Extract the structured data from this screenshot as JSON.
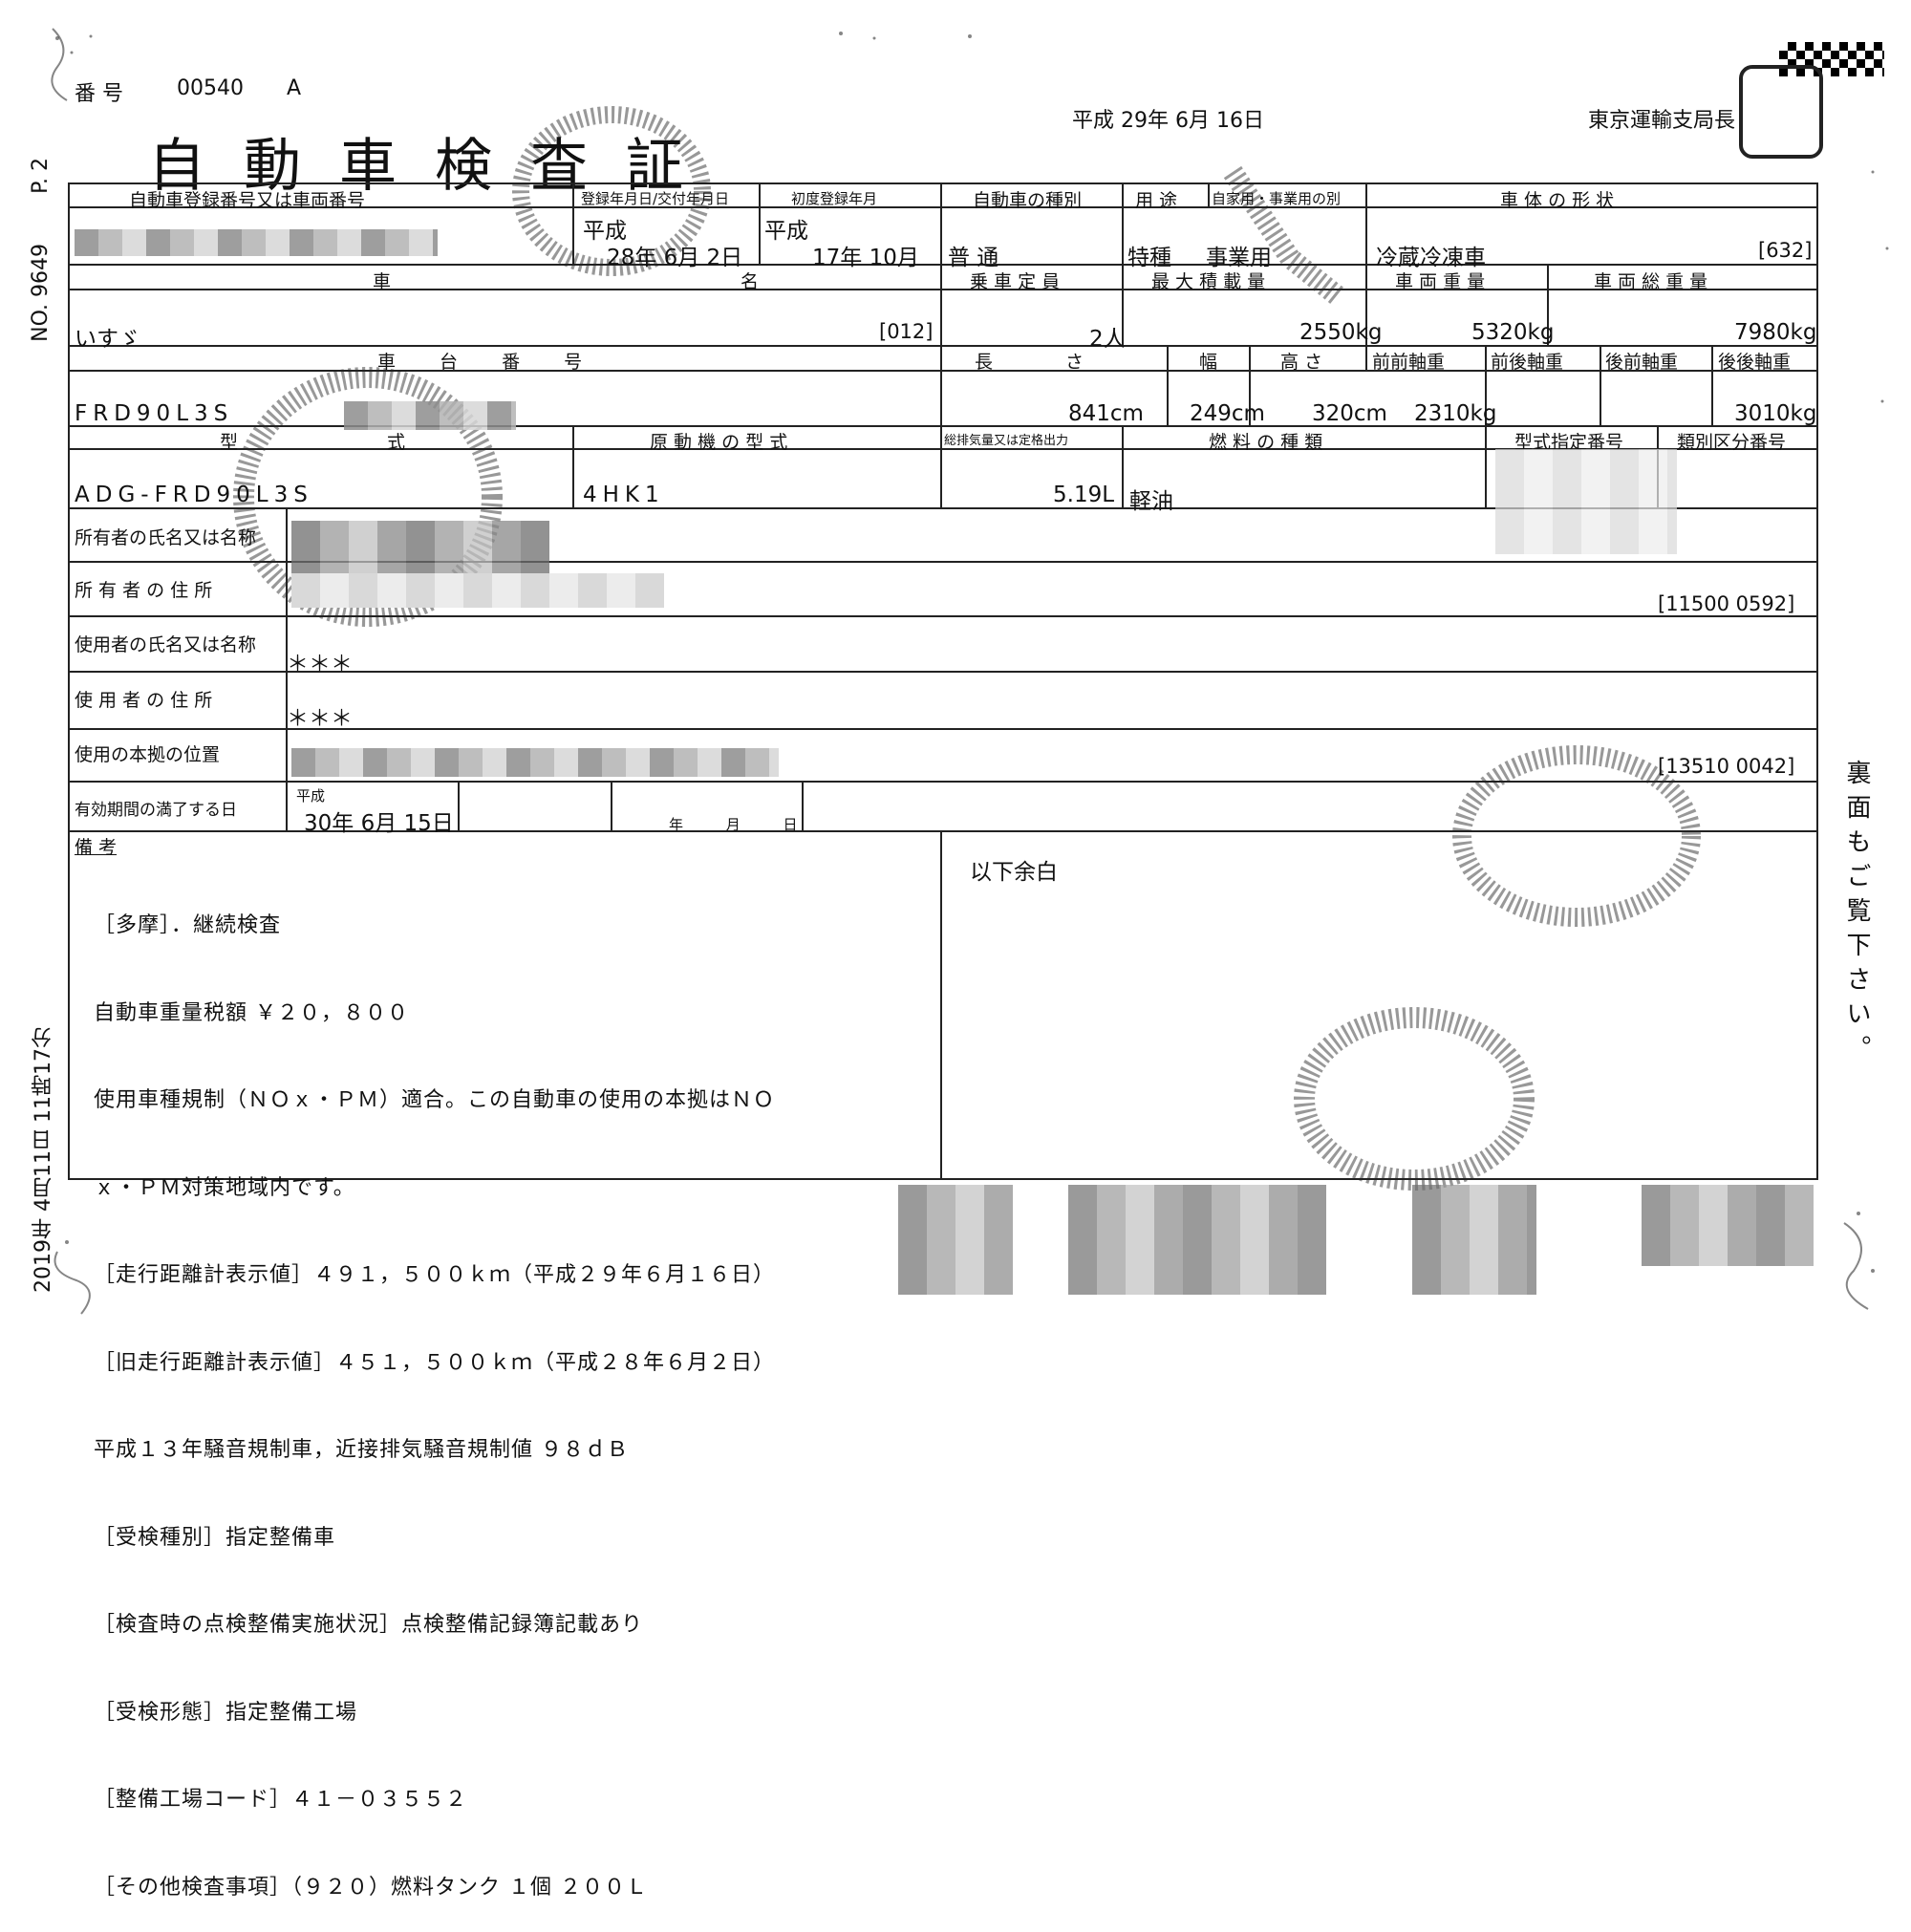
{
  "header": {
    "number_label": "番 号",
    "number_value": "00540",
    "number_suffix": "A",
    "title": "自動車検査証",
    "date": "平成 29年 6月 16日",
    "issuer": "東京運輸支局長"
  },
  "row1": {
    "reg_no_label": "自動車登録番号又は車両番号",
    "reg_date_label": "登録年月日/交付年月日",
    "reg_era": "平成",
    "reg_date": "28年 6月 2日",
    "first_reg_label": "初度登録年月",
    "first_era": "平成",
    "first_date": "17年 10月",
    "kind_label": "自動車の種別",
    "kind_value": "普 通",
    "use_label": "用 途",
    "use_value": "特種",
    "private_label": "自家用・事業用の別",
    "private_value": "事業用",
    "body_label": "車 体 の 形 状",
    "body_value": "冷蔵冷凍車",
    "body_code": "[632]"
  },
  "row2": {
    "name_label": "車 名",
    "name_value": "いすゞ",
    "name_code": "[012]",
    "capacity_label": "乗 車 定 員",
    "capacity_value": "2人",
    "max_load_label": "最 大 積 載 量",
    "max_load_value": "2550kg",
    "weight_label": "車 両 重 量",
    "weight_value": "5320kg",
    "gross_label": "車 両 総 重 量",
    "gross_value": "7980kg"
  },
  "row3": {
    "chassis_label": "車 台 番 号",
    "chassis_value": "FRD90L3S",
    "length_label": "長 さ",
    "length_value": "841cm",
    "width_label": "幅",
    "width_value": "249cm",
    "height_label": "高 さ",
    "height_value": "320cm",
    "ff_label": "前前軸重",
    "ff_value": "2310kg",
    "fr_label": "前後軸重",
    "rf_label": "後前軸重",
    "rr_label": "後後軸重",
    "rr_value": "3010kg"
  },
  "row4": {
    "model_label": "型 式",
    "model_value": "ADG-FRD90L3S",
    "engine_label": "原 動 機 の 型 式",
    "engine_value": "4HK1",
    "displacement_label": "総排気量又は定格出力",
    "displacement_value": "5.19L",
    "fuel_label": "燃 料 の 種 類",
    "fuel_value": "軽油",
    "type_approval_label": "型式指定番号",
    "category_label": "類別区分番号"
  },
  "owner": {
    "name_label": "所有者の氏名又は名称",
    "address_label": "所 有 者 の 住 所",
    "address_code": "[11500 0592]"
  },
  "user": {
    "name_label": "使用者の氏名又は名称",
    "name_value": "＊＊＊",
    "address_label": "使 用 者 の 住 所",
    "address_value": "＊＊＊",
    "base_label": "使用の本拠の位置",
    "base_code": "[13510 0042]"
  },
  "expiry": {
    "label": "有効期間の満了する日",
    "era": "平成",
    "value": "30年 6月 15日",
    "extra": "年 月 日"
  },
  "remarks": {
    "label": "備 考",
    "lines": [
      "［多摩］．継続検査",
      "自動車重量税額 ￥２０，８００",
      "使用車種規制（ＮＯｘ・ＰＭ）適合。この自動車の使用の本拠はＮＯ",
      "ｘ・ＰＭ対策地域内です。",
      "［走行距離計表示値］４９１，５００ｋｍ（平成２９年６月１６日）",
      "［旧走行距離計表示値］４５１，５００ｋｍ（平成２８年６月２日）",
      "平成１３年騒音規制車，近接排気騒音規制値 ９８ｄＢ",
      "［受検種別］指定整備車",
      "［検査時の点検整備実施状況］点検整備記録簿記載あり",
      "［受検形態］指定整備工場",
      "［整備工場コード］４１－０３５５２",
      "［その他検査事項］（９２０）燃料タンク １個 ２００Ｌ"
    ],
    "right_note": "以下余白"
  },
  "side": {
    "page_left": "P. 2",
    "fax_no": "NO. 9649",
    "timestamp": "2019年 4月11日 11時17分",
    "back_note": "裏面もご覧下さい。"
  }
}
